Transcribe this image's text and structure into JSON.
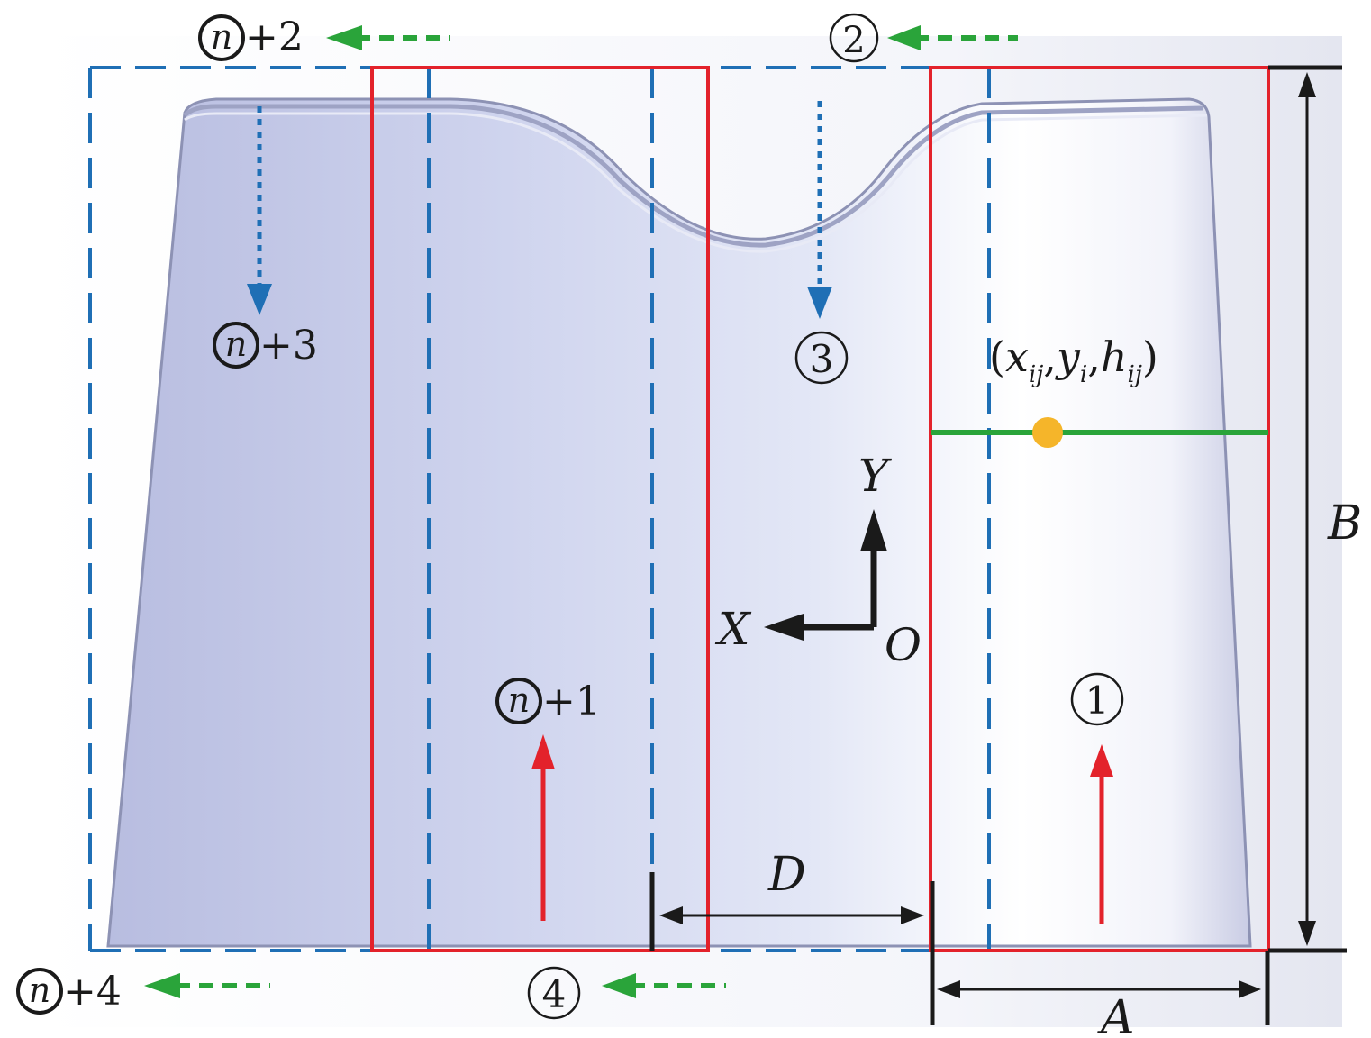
{
  "labels": {
    "n": "n",
    "n_plus_1": "+1",
    "n_plus_2": "+2",
    "n_plus_3": "+3",
    "n_plus_4": "+4",
    "step1": "1",
    "step2": "2",
    "step3": "3",
    "step4": "4",
    "point_label": "(xij,yi,hij)",
    "point_x": "x",
    "point_x_sub": "ij",
    "point_y": "y",
    "point_y_sub": "i",
    "point_h": "h",
    "point_h_sub": "ij",
    "axis_x": "X",
    "axis_y": "Y",
    "origin": "O",
    "dim_A": "A",
    "dim_B": "B",
    "dim_D": "D"
  },
  "colors": {
    "red_path": "#e3222b",
    "blue_path": "#1f6fb5",
    "green_arrow": "#2aa43a",
    "point": "#f5b52a",
    "dimension": "#1a1a1a",
    "body_fill": "#cbd0ea"
  }
}
